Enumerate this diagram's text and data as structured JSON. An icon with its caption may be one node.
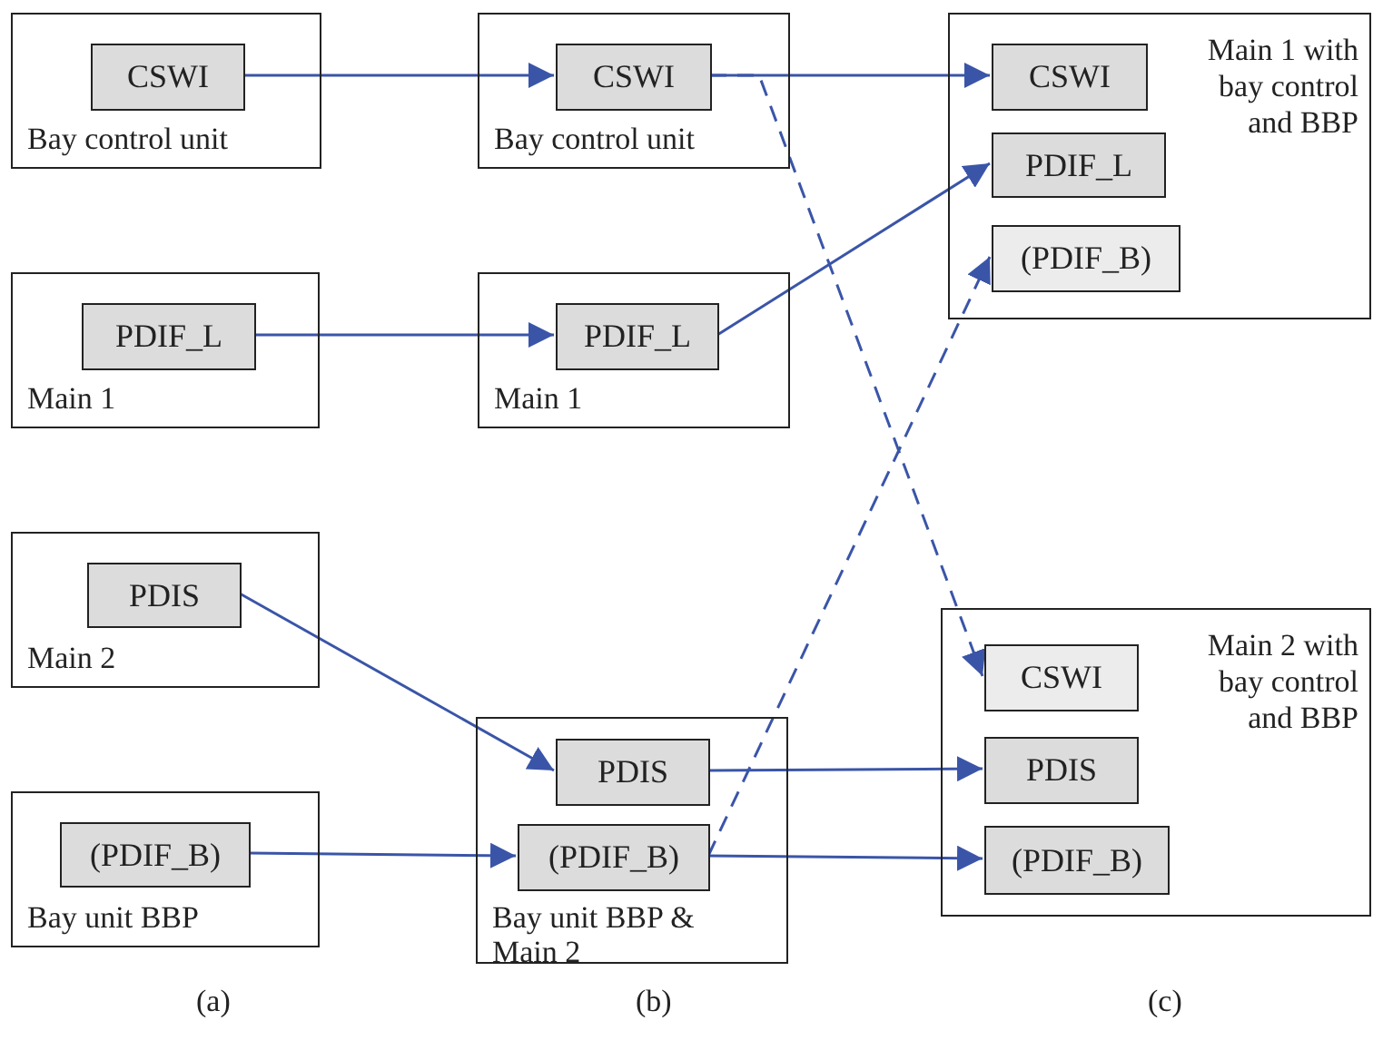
{
  "diagram": {
    "nodes": [
      {
        "text": [
          "Bay control unit"
        ]
      },
      {
        "text": [
          "CSWI"
        ],
        "in": 0
      },
      {
        "text": [
          "Bay control unit"
        ]
      },
      {
        "text": [
          "CSWI"
        ],
        "in": 2
      },
      {
        "text": [
          "Main 1 with bay control and BBP"
        ]
      },
      {
        "text": [
          "CSWI"
        ],
        "in": 4
      },
      {
        "text": [
          "PDIF_L"
        ],
        "in": 4
      },
      {
        "text": [
          "(PDIF_B)"
        ],
        "in": 4
      },
      {
        "text": [
          "Main 1"
        ]
      },
      {
        "text": [
          "PDIF_L"
        ],
        "in": 8
      },
      {
        "text": [
          "Main 1"
        ]
      },
      {
        "text": [
          "PDIF_L"
        ],
        "in": 10
      },
      {
        "text": [
          "Main 2"
        ]
      },
      {
        "text": [
          "PDIS"
        ],
        "in": 12
      },
      {
        "text": [
          "Main 2 with bay control and BBP"
        ]
      },
      {
        "text": [
          "CSWI"
        ],
        "in": 14
      },
      {
        "text": [
          "PDIS"
        ],
        "in": 14
      },
      {
        "text": [
          "(PDIF_B)"
        ],
        "in": 14
      },
      {
        "text": [
          "Bay unit BBP & Main 2"
        ]
      },
      {
        "text": [
          "PDIS"
        ],
        "in": 18
      },
      {
        "text": [
          "(PDIF_B)"
        ],
        "in": 18
      },
      {
        "text": [
          "Bay unit BBP"
        ]
      },
      {
        "text": [
          "(PDIF_B)"
        ],
        "in": 21
      }
    ],
    "edges": [
      {
        "from": 1,
        "to": 3,
        "arrow": "to"
      },
      {
        "from": 3,
        "to": 5,
        "arrow": "to"
      },
      {
        "from": 3,
        "to": 15,
        "arrow": "to",
        "style": "dashed"
      },
      {
        "from": 9,
        "to": 11,
        "arrow": "to"
      },
      {
        "from": 11,
        "to": 6,
        "arrow": "to"
      },
      {
        "from": 13,
        "to": 19,
        "arrow": "to"
      },
      {
        "from": 22,
        "to": 20,
        "arrow": "to"
      },
      {
        "from": 19,
        "to": 16,
        "arrow": "to"
      },
      {
        "from": 20,
        "to": 17,
        "arrow": "to"
      },
      {
        "from": 20,
        "to": 7,
        "arrow": "to",
        "style": "dashed"
      }
    ],
    "labels": [
      "(a)",
      "(b)",
      "(c)"
    ]
  }
}
